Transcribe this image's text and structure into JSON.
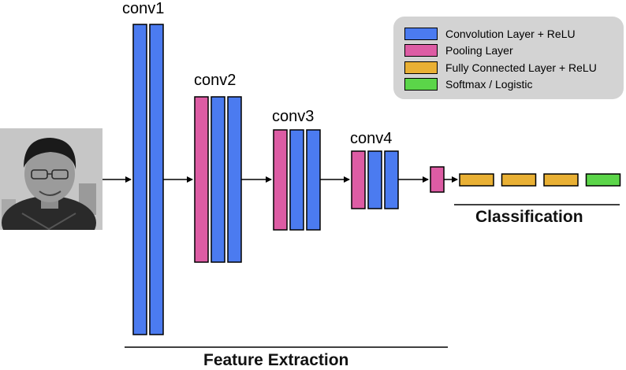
{
  "colors": {
    "conv": "#4b7bf0",
    "pool": "#dd5ca4",
    "fc": "#e9b034",
    "softmax": "#5bd549",
    "stroke": "#000000",
    "legend_bg": "#d3d3d3"
  },
  "legend": [
    {
      "type": "conv",
      "label": "Convolution Layer + ReLU"
    },
    {
      "type": "pool",
      "label": "Pooling Layer"
    },
    {
      "type": "fc",
      "label": "Fully Connected Layer + ReLU"
    },
    {
      "type": "softmax",
      "label": "Softmax / Logistic"
    }
  ],
  "stages": [
    {
      "label": "conv1",
      "layers": [
        "conv",
        "conv"
      ]
    },
    {
      "label": "conv2",
      "layers": [
        "pool",
        "conv",
        "conv"
      ]
    },
    {
      "label": "conv3",
      "layers": [
        "pool",
        "conv",
        "conv"
      ]
    },
    {
      "label": "conv4",
      "layers": [
        "pool",
        "conv",
        "conv"
      ]
    }
  ],
  "classifier": {
    "layers": [
      "pool",
      "fc",
      "fc",
      "fc",
      "softmax"
    ]
  },
  "sections": {
    "feature_extraction": "Feature Extraction",
    "classification": "Classification"
  },
  "input_image": "grayscale portrait photo"
}
